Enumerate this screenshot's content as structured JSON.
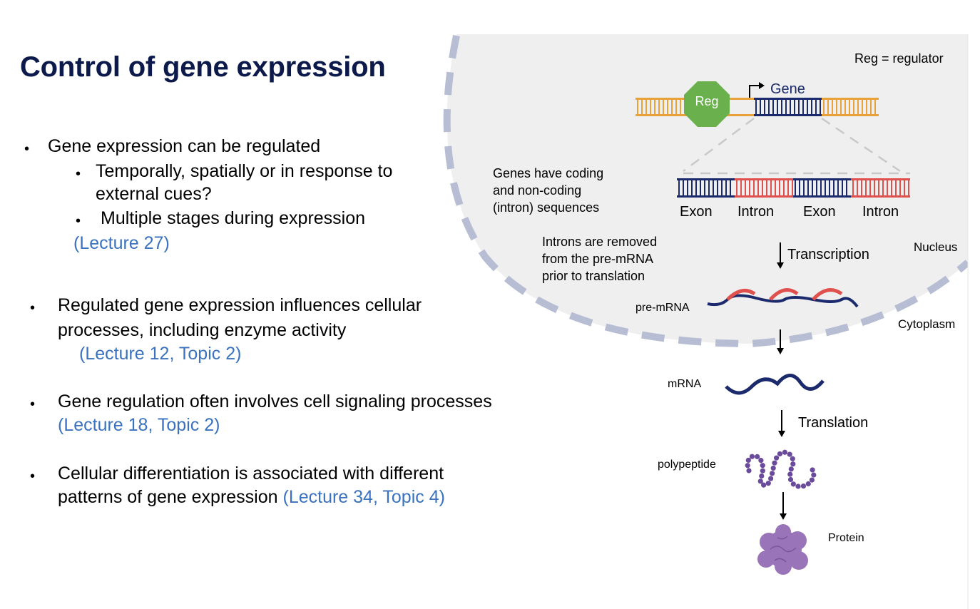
{
  "slide": {
    "title": "Control of gene expression",
    "bullets": {
      "b1": {
        "text": "Gene expression can be regulated"
      },
      "b1a": {
        "text_line1": "Temporally, spatially or in response to",
        "text_line2": "external cues?"
      },
      "b1b": {
        "text": "Multiple stages during expression"
      },
      "b1_ref": "(Lecture 27)",
      "b2": {
        "line1": "Regulated gene expression influences cellular",
        "line2": "processes, including enzyme activity",
        "ref": "(Lecture 12, Topic 2)"
      },
      "b3": {
        "line1": "Gene regulation often involves cell signaling processes",
        "ref": "(Lecture 18, Topic 2)"
      },
      "b4": {
        "line1": "Cellular differentiation is associated with different",
        "line2": "patterns of gene expression",
        "ref": "(Lecture 34, Topic 4)"
      }
    },
    "bullet_glyph": "•"
  },
  "diagram": {
    "legend": "Reg = regulator",
    "reg_label": "Reg",
    "gene_label": "Gene",
    "coding_note": {
      "line1": "Genes have coding",
      "line2": "and non-coding",
      "line3": "(intron) sequences"
    },
    "segments": [
      "Exon",
      "Intron",
      "Exon",
      "Intron"
    ],
    "introns_note": {
      "line1": "Introns are removed",
      "line2": "from the pre-mRNA",
      "line3": "prior to translation"
    },
    "transcription": "Transcription",
    "nucleus": "Nucleus",
    "cytoplasm": "Cytoplasm",
    "pre_mrna": "pre-mRNA",
    "mrna": "mRNA",
    "translation": "Translation",
    "polypeptide": "polypeptide",
    "protein": "Protein",
    "colors": {
      "nucleus_fill": "#efefef",
      "membrane": "#b7bdd3",
      "dna_orange": "#e8a23a",
      "dna_navy": "#1a2a6c",
      "dna_red": "#e0504c",
      "reg_green": "#6ab04c",
      "polypeptide": "#6a4a9a",
      "protein": "#9a74b8",
      "title": "#0b1a4a",
      "link_blue": "#3a72bf"
    }
  }
}
